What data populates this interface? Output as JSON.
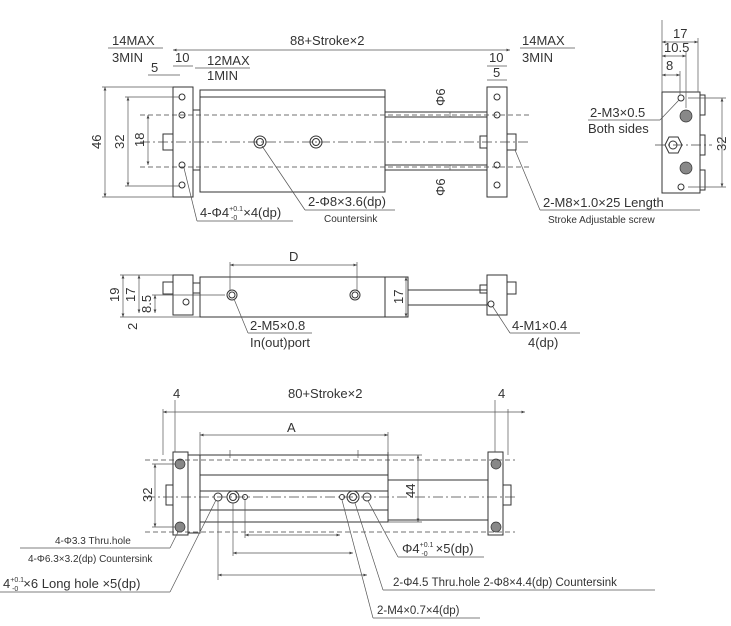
{
  "top_view": {
    "overall_length": "88+Stroke×2",
    "left_max": "14MAX",
    "left_min": "3MIN",
    "left_plate_width": "10",
    "inner_max": "12MAX",
    "inner_min": "1MIN",
    "left_offset": "5",
    "height_46": "46",
    "height_32": "32",
    "height_18": "18",
    "right_max": "14MAX",
    "right_min": "3MIN",
    "right_plate_width": "10",
    "right_offset": "5",
    "rod_dia_top": "Φ6",
    "rod_dia_bottom": "Φ6",
    "countersink_label": "2-Φ8×3.6(dp)",
    "countersink_note": "Countersink",
    "plate_hole_label_prefix": "4-Φ4",
    "plate_hole_tol_upper": "+0.1",
    "plate_hole_tol_lower": "-0",
    "plate_hole_label_suffix": "×4(dp)",
    "screw_label": "2-M8×1.0×25  Length",
    "screw_note": "Stroke Adjustable screw"
  },
  "side_view": {
    "width_17": "17",
    "width_10_5": "10.5",
    "width_8": "8",
    "height_32": "32",
    "tap_label": "2-M3×0.5",
    "tap_note": "Both sides"
  },
  "middle_view": {
    "port_pitch": "D",
    "height_19": "19",
    "height_17": "17",
    "height_8_5": "8.5",
    "offset_2": "2",
    "right_height_17": "17",
    "port_label": "2-M5×0.8",
    "port_note": "In(out)port",
    "tap_label": "4-M1×0.4",
    "tap_note": "4(dp)"
  },
  "bottom_view": {
    "overall_length": "80+Stroke×2",
    "left_plate": "4",
    "right_plate": "4",
    "pitch_a": "A",
    "height_32": "32",
    "height_44": "44",
    "thru_hole_label": "4-Φ3.3 Thru.hole",
    "countersink_label": "4-Φ6.3×3.2(dp) Countersink",
    "long_hole_prefix": "4",
    "long_hole_tol_upper": "+0.1",
    "long_hole_tol_lower": "-0",
    "long_hole_suffix": "×6  Long hole ×5(dp)",
    "pin_hole_prefix": "Φ4",
    "pin_hole_tol_upper": "+0.1",
    "pin_hole_tol_lower": "-0",
    "pin_hole_suffix": "×5(dp)",
    "thru_countersink_label": "2-Φ4.5 Thru.hole  2-Φ8×4.4(dp)  Countersink",
    "tap_label": "2-M4×0.7×4(dp)"
  }
}
